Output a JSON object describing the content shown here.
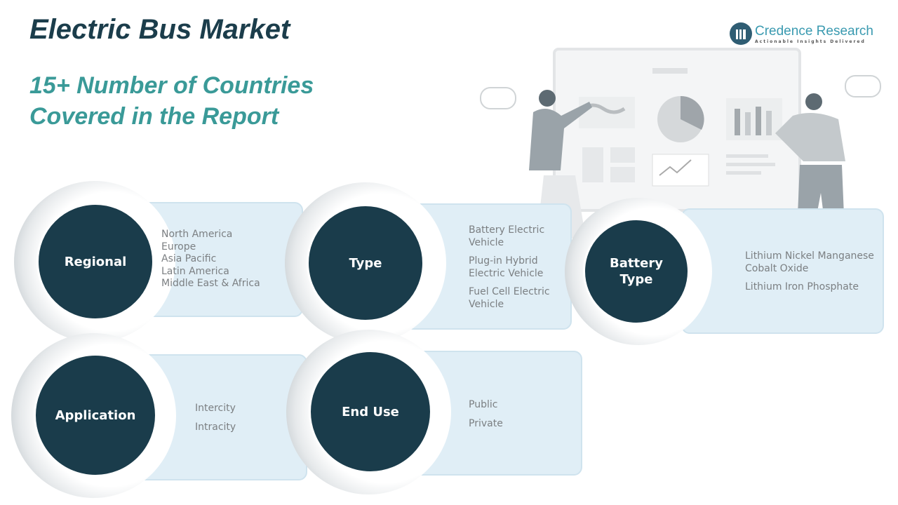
{
  "title": "Electric Bus Market",
  "subtitle_line1": "15+ Number of Countries",
  "subtitle_line2": "Covered in the Report",
  "logo": {
    "name": "Credence Research",
    "tagline": "Actionable Insights Delivered"
  },
  "segments": [
    {
      "label": "Regional",
      "items": [
        "North America",
        "Europe",
        "Asia Pacific",
        "Latin America",
        "Middle East & Africa"
      ]
    },
    {
      "label": "Type",
      "items": [
        "Battery Electric Vehicle",
        "Plug-in Hybrid Electric Vehicle",
        "Fuel Cell Electric Vehicle"
      ]
    },
    {
      "label_line1": "Battery",
      "label_line2": "Type",
      "items": [
        "Lithium Nickel Manganese Cobalt Oxide",
        "Lithium Iron Phosphate"
      ]
    },
    {
      "label": "Application",
      "items": [
        "Intercity",
        "Intracity"
      ]
    },
    {
      "label": "End Use",
      "items": [
        "Public",
        "Private"
      ]
    }
  ]
}
